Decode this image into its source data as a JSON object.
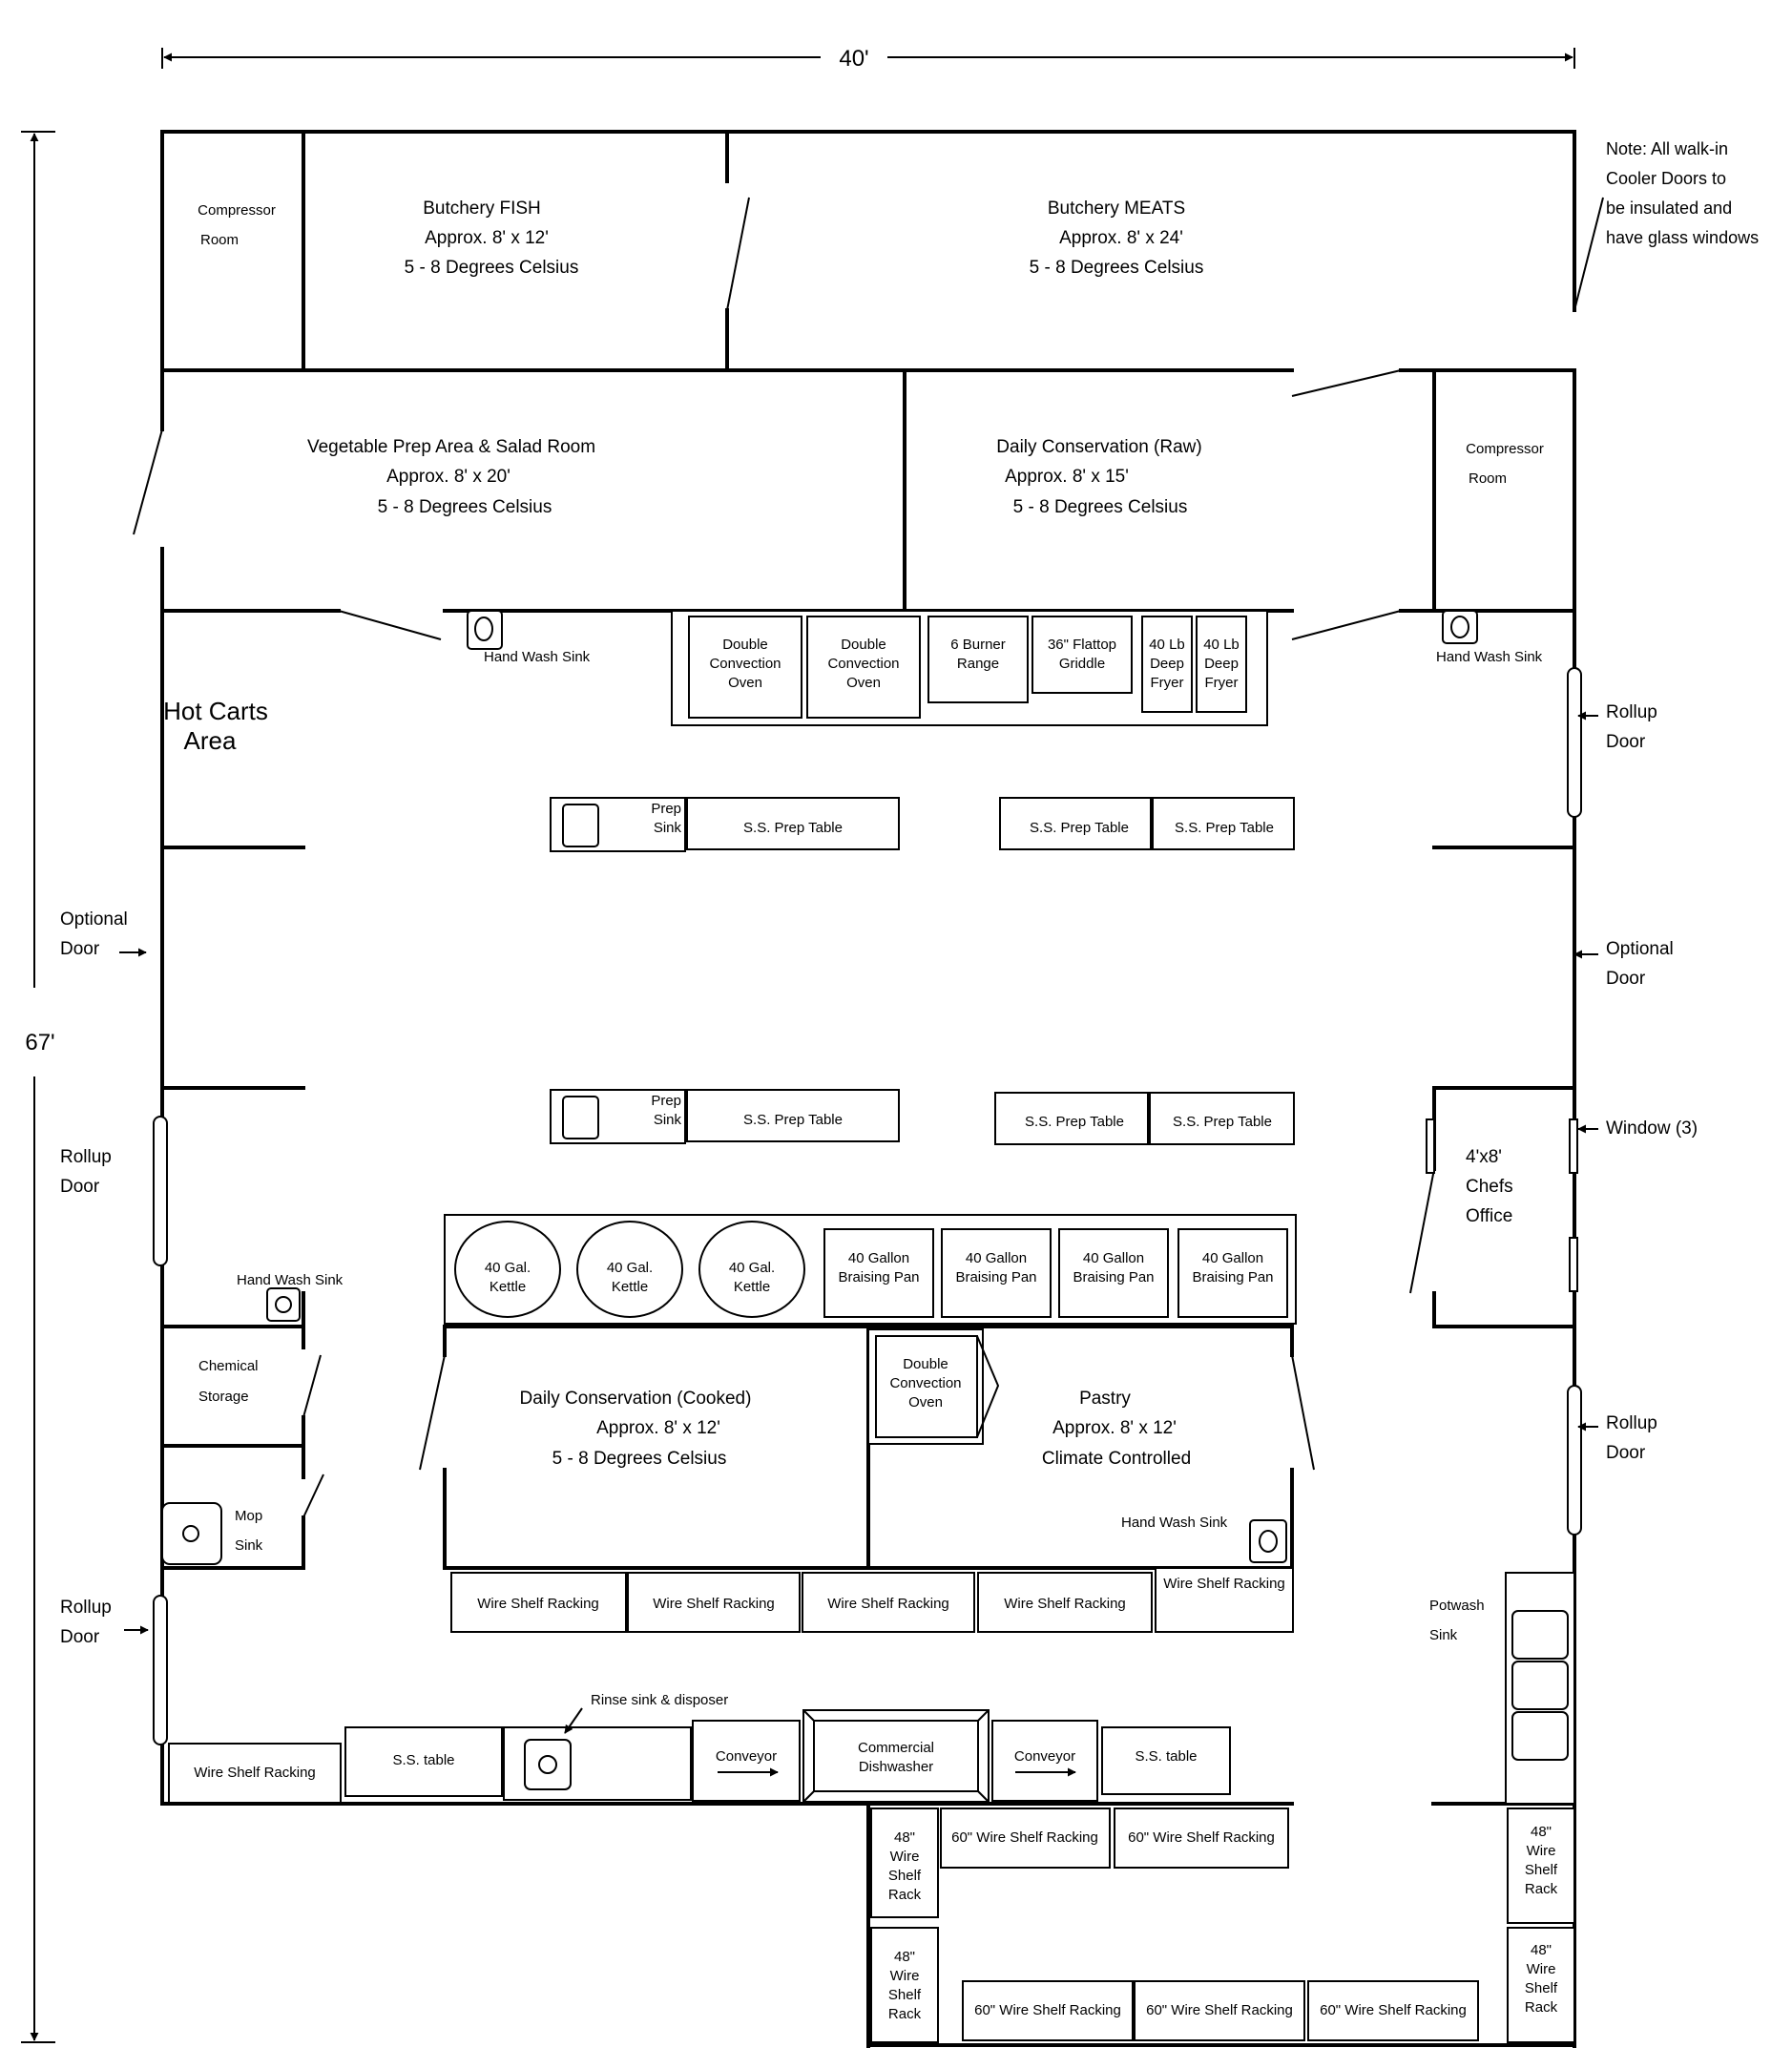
{
  "dimensions": {
    "width_label": "40'",
    "height_label": "67'"
  },
  "rooms": {
    "compressor_top": [
      "Compressor",
      "Room"
    ],
    "butchery_fish": [
      "Butchery FISH",
      "Approx. 8' x 12'",
      "5 - 8 Degrees Celsius"
    ],
    "butchery_meats": [
      "Butchery MEATS",
      "Approx. 8' x 24'",
      "5 - 8 Degrees Celsius"
    ],
    "veg_prep": [
      "Vegetable Prep Area & Salad Room",
      "Approx. 8' x 20'",
      "5 - 8 Degrees Celsius"
    ],
    "daily_raw": [
      "Daily Conservation (Raw)",
      "Approx. 8' x 15'",
      "5 - 8 Degrees Celsius"
    ],
    "compressor_right": [
      "Compressor",
      "Room"
    ],
    "hot_carts": [
      "Hot Carts",
      "Area"
    ],
    "chemical_storage": [
      "Chemical",
      "Storage"
    ],
    "mop_sink": [
      "Mop",
      "Sink"
    ],
    "daily_cooked": [
      "Daily Conservation (Cooked)",
      "Approx. 8' x 12'",
      "5 - 8 Degrees Celsius"
    ],
    "pastry": [
      "Pastry",
      "Approx. 8' x 12'",
      "Climate Controlled"
    ],
    "chefs_office": [
      "4'x8'",
      "Chefs",
      "Office"
    ],
    "potwash": [
      "Potwash",
      "Sink"
    ]
  },
  "note": [
    "Note: All walk-in",
    "Cooler Doors to",
    "be insulated and",
    "have glass windows"
  ],
  "doors": {
    "optional_door": [
      "Optional",
      "Door"
    ],
    "rollup_door": [
      "Rollup",
      "Door"
    ],
    "window": "Window (3)"
  },
  "equipment": {
    "hand_wash_sink": "Hand Wash Sink",
    "double_convection_oven": [
      "Double",
      "Convection",
      "Oven"
    ],
    "burner_range": [
      "6 Burner",
      "Range"
    ],
    "flattop_griddle": [
      "36\" Flattop",
      "Griddle"
    ],
    "deep_fryer": [
      "40 Lb",
      "Deep",
      "Fryer"
    ],
    "prep_sink": [
      "Prep",
      "Sink"
    ],
    "ss_prep_table": "S.S. Prep Table",
    "kettle": [
      "40 Gal.",
      "Kettle"
    ],
    "braising_pan": [
      "40 Gallon",
      "Braising Pan"
    ],
    "wire_shelf_racking": "Wire Shelf Racking",
    "ss_table": "S.S. table",
    "rinse_sink": "Rinse sink & disposer",
    "conveyor": "Conveyor",
    "dishwasher": [
      "Commercial",
      "Dishwasher"
    ],
    "shelf_racking_60": "60\" Wire Shelf Racking",
    "wire_shelf_rack_48": [
      "48\"",
      "Wire",
      "Shelf",
      "Rack"
    ]
  }
}
